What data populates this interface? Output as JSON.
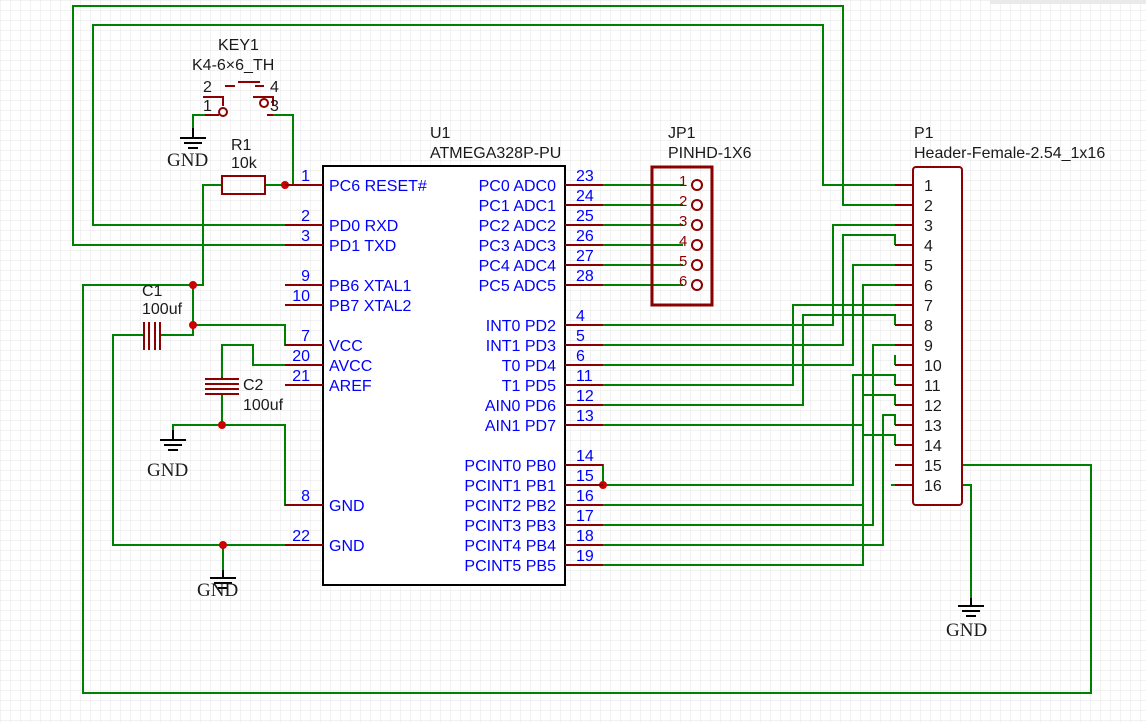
{
  "components": {
    "key1": {
      "designator": "KEY1",
      "value": "K4-6×6_TH",
      "pins": [
        "2",
        "4",
        "1",
        "3"
      ]
    },
    "r1": {
      "designator": "R1",
      "value": "10k"
    },
    "c1": {
      "designator": "C1",
      "value": "100uf"
    },
    "c2": {
      "designator": "C2",
      "value": "100uf"
    },
    "u1": {
      "designator": "U1",
      "value": "ATMEGA328P-PU"
    },
    "jp1": {
      "designator": "JP1",
      "value": "PINHD-1X6",
      "pins": [
        "1",
        "2",
        "3",
        "4",
        "5",
        "6"
      ]
    },
    "p1": {
      "designator": "P1",
      "value": "Header-Female-2.54_1x16",
      "pins": [
        "1",
        "2",
        "3",
        "4",
        "5",
        "6",
        "7",
        "8",
        "9",
        "10",
        "11",
        "12",
        "13",
        "14",
        "15",
        "16"
      ]
    }
  },
  "u1_left_pins": [
    {
      "num": "1",
      "name": "PC6 RESET#"
    },
    {
      "num": "2",
      "name": "PD0 RXD"
    },
    {
      "num": "3",
      "name": "PD1 TXD"
    },
    {
      "num": "9",
      "name": "PB6 XTAL1"
    },
    {
      "num": "10",
      "name": "PB7 XTAL2"
    },
    {
      "num": "7",
      "name": "VCC"
    },
    {
      "num": "20",
      "name": "AVCC"
    },
    {
      "num": "21",
      "name": "AREF"
    },
    {
      "num": "8",
      "name": "GND"
    },
    {
      "num": "22",
      "name": "GND"
    }
  ],
  "u1_right_pins": [
    {
      "num": "23",
      "name": "PC0 ADC0"
    },
    {
      "num": "24",
      "name": "PC1 ADC1"
    },
    {
      "num": "25",
      "name": "PC2 ADC2"
    },
    {
      "num": "26",
      "name": "PC3 ADC3"
    },
    {
      "num": "27",
      "name": "PC4 ADC4"
    },
    {
      "num": "28",
      "name": "PC5 ADC5"
    },
    {
      "num": "4",
      "name": "INT0 PD2"
    },
    {
      "num": "5",
      "name": "INT1 PD3"
    },
    {
      "num": "6",
      "name": "T0 PD4"
    },
    {
      "num": "11",
      "name": "T1 PD5"
    },
    {
      "num": "12",
      "name": "AIN0 PD6"
    },
    {
      "num": "13",
      "name": "AIN1 PD7"
    },
    {
      "num": "14",
      "name": "PCINT0 PB0"
    },
    {
      "num": "15",
      "name": "PCINT1 PB1"
    },
    {
      "num": "16",
      "name": "PCINT2 PB2"
    },
    {
      "num": "17",
      "name": "PCINT3 PB3"
    },
    {
      "num": "18",
      "name": "PCINT4 PB4"
    },
    {
      "num": "19",
      "name": "PCINT5 PB5"
    }
  ],
  "gnd_labels": [
    "GND",
    "GND",
    "GND",
    "GND"
  ],
  "colors": {
    "wire": "#008000",
    "part": "#8b0000",
    "pin_text": "#0000ff",
    "junction": "#cc0000"
  }
}
